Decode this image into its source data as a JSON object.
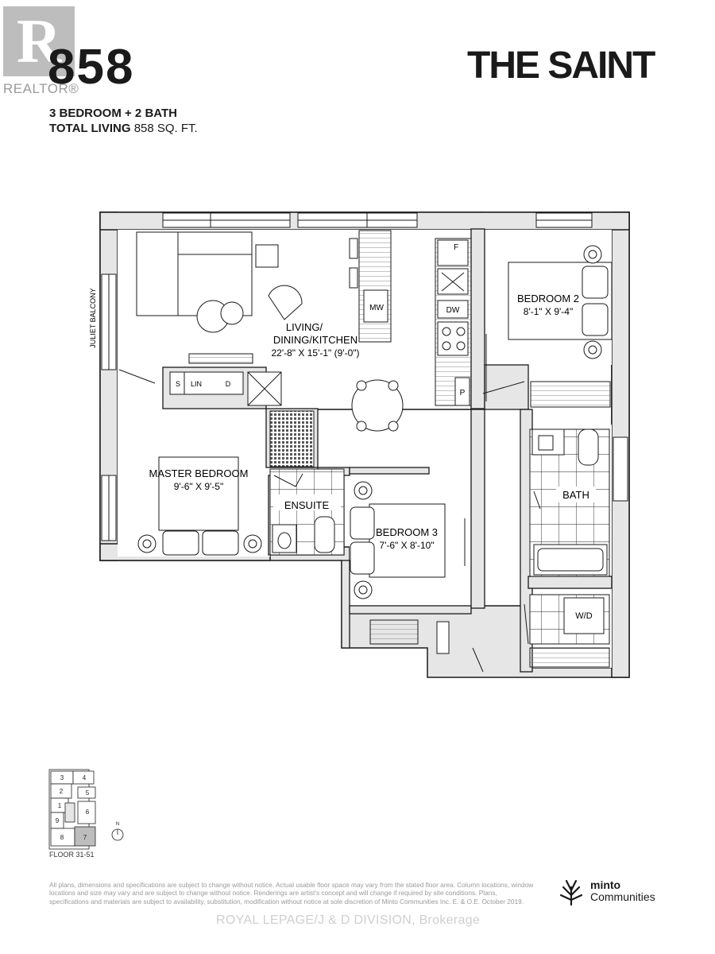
{
  "realtor": {
    "mark": "R",
    "label": "REALTOR®"
  },
  "header": {
    "unit_number": "858",
    "brand": "THE SAINT",
    "spec_line": "3 BEDROOM + 2 BATH",
    "total_label": "TOTAL LIVING",
    "total_value": "858 SQ. FT."
  },
  "plan": {
    "balcony_label": "JULIET BALCONY",
    "living": {
      "name1": "LIVING/",
      "name2": "DINING/KITCHEN",
      "dims": "22'-8\" X 15'-1\" (9'-0\")"
    },
    "bedroom2": {
      "name": "BEDROOM 2",
      "dims": "8'-1\" X 9'-4\""
    },
    "master": {
      "name": "MASTER BEDROOM",
      "dims": "9'-6\" X 9'-5\""
    },
    "bedroom3": {
      "name": "BEDROOM 3",
      "dims": "7'-6\" X 8'-10\""
    },
    "ensuite": "ENSUITE",
    "bath": "BATH",
    "appliances": {
      "fridge": "F",
      "dishwasher": "DW",
      "microwave": "MW",
      "pantry": "P",
      "washer_dryer": "W/D",
      "linen": "LIN",
      "shelf": "S",
      "closet": "D"
    }
  },
  "keyplan": {
    "units": [
      "3",
      "4",
      "2",
      "5",
      "1",
      "6",
      "9",
      "8",
      "7"
    ],
    "north": "N",
    "floor_label": "FLOOR 31-51"
  },
  "disclaimer": "All plans, dimensions and specifications are subject to change without notice. Actual usable floor space may vary from the stated floor area. Column locations, window locations and size may vary and are subject to change without notice. Renderings are artist's concept and will change if required by site conditions. Plans, specifications and materials are subject to availability, substitution, modification without notice at sole discretion of Minto Communities Inc. E. & O.E. October 2019.",
  "minto": {
    "name": "minto",
    "sub": "Communities"
  },
  "brokerage": "ROYAL LEPAGE/J & D DIVISION, Brokerage"
}
